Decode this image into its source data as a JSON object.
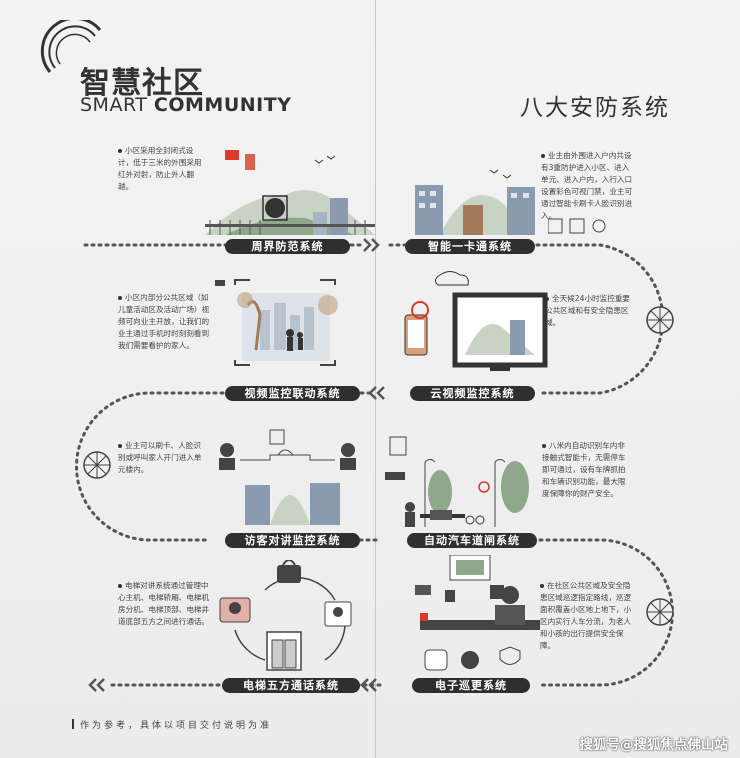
{
  "header": {
    "title_zh": "智慧社区",
    "title_en_light": "SMART ",
    "title_en_bold": "COMMUNITY",
    "subtitle": "八大安防系统"
  },
  "systems": [
    {
      "label": "周界防范系统",
      "desc": "小区采用全封闭式设计，低于三米的外围采用红外对射，防止外人翻越。"
    },
    {
      "label": "智能一卡通系统",
      "desc": "业主由外围进入户内共设有3重防护进入小区、进入单元、进入户内，入行入口设置彩色可视门禁，业主可通过智能卡刷卡人脸识别进入。"
    },
    {
      "label": "视频监控联动系统",
      "desc": "小区内部分公共区域（如儿童活动区及活动广场）视频可向业主开放，让我们的业主通过手机时时刻刻看到我们需要看护的家人。"
    },
    {
      "label": "云视频监控系统",
      "desc": "全天候24小时监控重要公共区域和有安全隐患区域。"
    },
    {
      "label": "访客对讲监控系统",
      "desc": "业主可以刷卡、人脸识别或呼叫家人开门进入单元楼内。"
    },
    {
      "label": "自动汽车道闸系统",
      "desc": "八米内自动识别车内非接触式智能卡，无需停车即可通过，设有车牌抓拍和车辆识别功能，最大限度保障你的财产安全。"
    },
    {
      "label": "电梯五方通话系统",
      "desc": "电梯对讲系统通过管理中心主机、电梯轿厢、电梯机房分机、电梯顶部、电梯井道底部五方之间进行通话。"
    },
    {
      "label": "电子巡更系统",
      "desc": "在社区公共区域及安全隐患区域巡逻指定路线，巡逻面积覆盖小区地上地下，小区内实行人车分流，为老人和小孩的出行提供安全保障。"
    }
  ],
  "footnote": "作为参考，具体以项目交付说明为准",
  "watermark": "搜狐号@搜狐焦点佛山站",
  "colors": {
    "accent": "#d93a2b",
    "dark": "#2f2f2f",
    "path": "#555555",
    "building": "#8a9bb0",
    "tree": "#8fa88c"
  },
  "icons": [
    "camera-icon",
    "cloud-icon",
    "lock-icon",
    "elevator-icon",
    "fingerprint-icon",
    "guard-icon",
    "parking-icon",
    "shield-icon"
  ]
}
